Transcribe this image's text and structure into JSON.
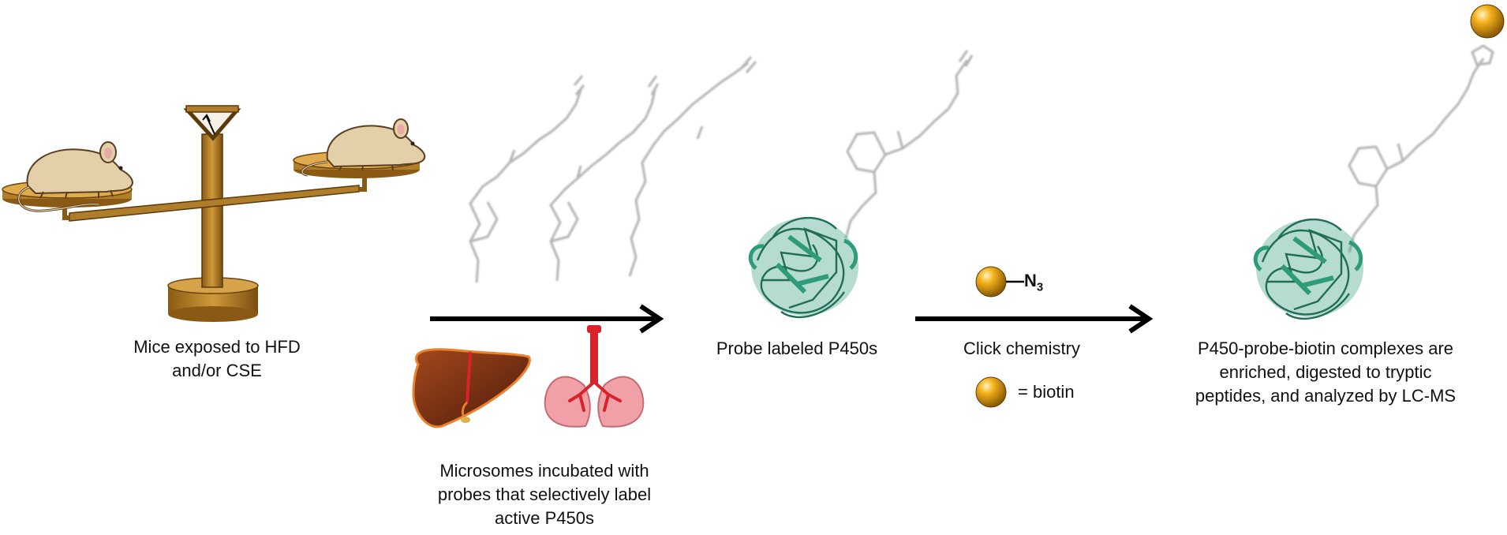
{
  "captions": {
    "step1": [
      "Mice exposed to HFD",
      "and/or CSE"
    ],
    "step2": [
      "Microsomes incubated with",
      "probes that selectively label",
      "active P450s"
    ],
    "step3": [
      "Probe labeled P450s"
    ],
    "step4": [
      "Click chemistry"
    ],
    "step5": [
      "P450-probe-biotin complexes are",
      "enriched, digested to tryptic",
      "peptides, and analyzed by LC-MS"
    ]
  },
  "reagent": {
    "label": "N",
    "subscript": "3"
  },
  "legend": {
    "text": "= biotin"
  },
  "colors": {
    "protein": "#2e9b7a",
    "biotin_bead": "#e8a317",
    "balance": "#b07d2a",
    "mouse": "#e3cfa8",
    "liver": "#7a2e12",
    "lung": "#f2a0a8",
    "trachea": "#d8232a",
    "arrow": "#000000",
    "probe": "#c8c8c8"
  },
  "icons": [
    "balance-scale-icon",
    "mouse-icon",
    "liver-icon",
    "lungs-icon",
    "protein-icon",
    "biotin-bead-icon"
  ]
}
